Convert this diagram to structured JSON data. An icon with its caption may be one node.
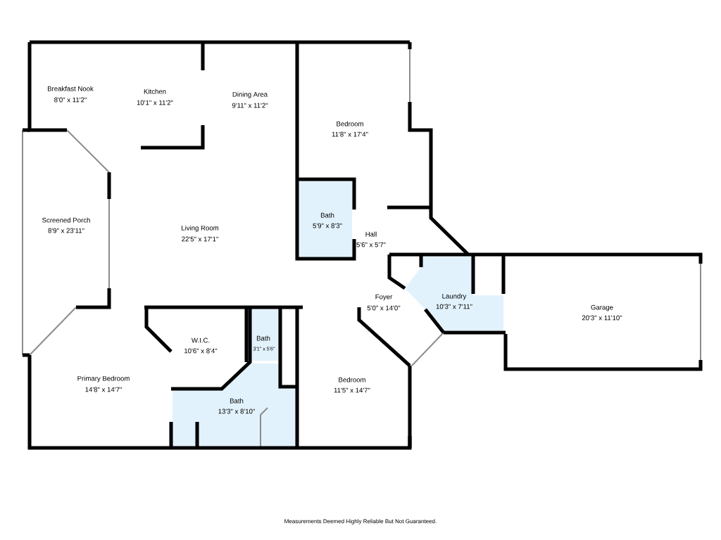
{
  "diagram": {
    "caption": "Measurements Deemed Highly Reliable But Not Guaranteed.",
    "labels": [
      "Breakfast Nook",
      "8'0\" x 11'2\"",
      "Kitchen",
      "10'1\" x 11'2\"",
      "Dining Area",
      "9'11\" x 11'2\"",
      "Bedroom",
      "11'8\" x 17'4\"",
      "Bath",
      "5'9\" x 8'3\"",
      "Screened Porch",
      "8'9\" x 23'11\"",
      "Living Room",
      "22'5\" x 17'1\"",
      "Hall",
      "5'6\" x 5'7\"",
      "Foyer",
      "5'0\" x 14'0\"",
      "Laundry",
      "10'3\" x 7'11\"",
      "Garage",
      "20'3\" x 11'10\"",
      "W.I.C.",
      "10'6\" x 8'4\"",
      "Bath",
      "3'1\" x 5'6\"",
      "Primary Bedroom",
      "14'8\" x 14'7\"",
      "Bedroom",
      "11'5\" x 14'7\"",
      "Bath",
      "13'3\" x 8'10\""
    ]
  }
}
